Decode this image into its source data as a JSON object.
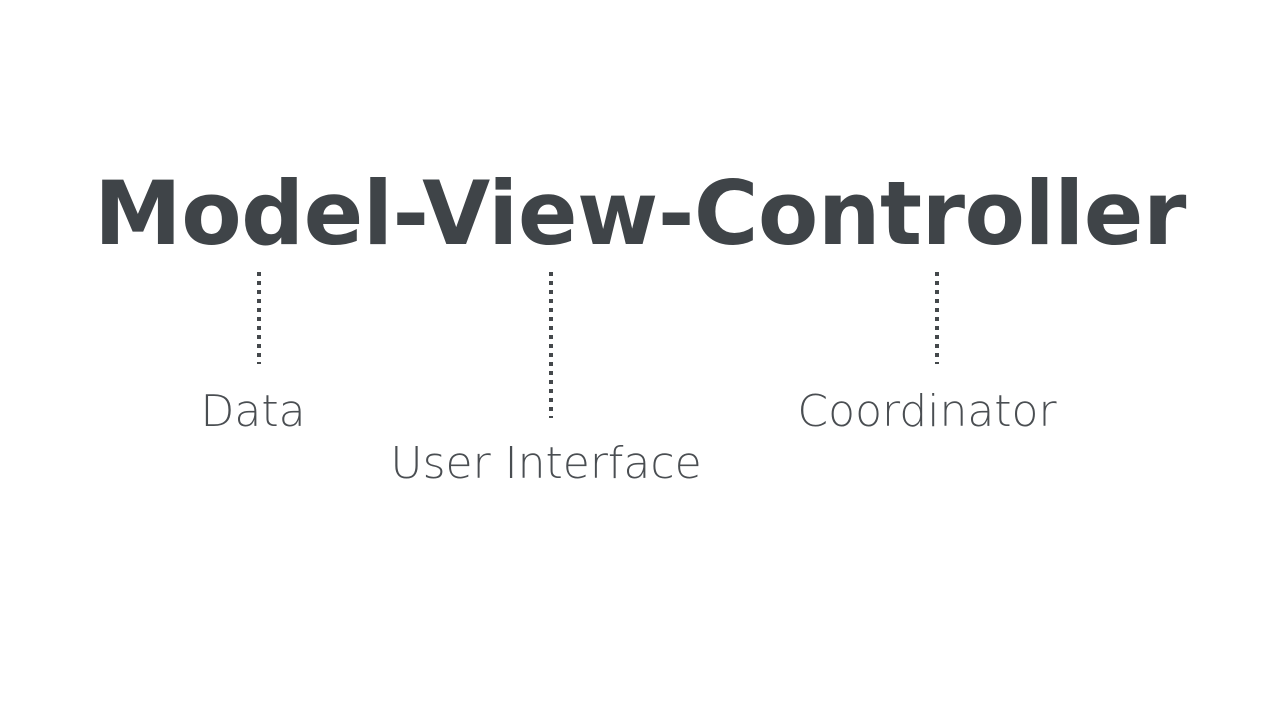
{
  "slide": {
    "background_color": "#ffffff",
    "title": {
      "text": "Model-View-Controller",
      "color": "#3f4448"
    },
    "connectors": [
      {
        "name": "model-connector",
        "style": "dotted-vertical",
        "color": "#44484b"
      },
      {
        "name": "view-connector",
        "style": "dotted-vertical",
        "color": "#44484b"
      },
      {
        "name": "controller-connector",
        "style": "dotted-vertical",
        "color": "#44484b"
      }
    ],
    "labels": [
      {
        "term": "Model",
        "definition": "Data",
        "color": "#4a4e52"
      },
      {
        "term": "View",
        "definition": "User Interface",
        "color": "#4a4e52"
      },
      {
        "term": "Controller",
        "definition": "Coordinator",
        "color": "#4a4e52"
      }
    ]
  }
}
